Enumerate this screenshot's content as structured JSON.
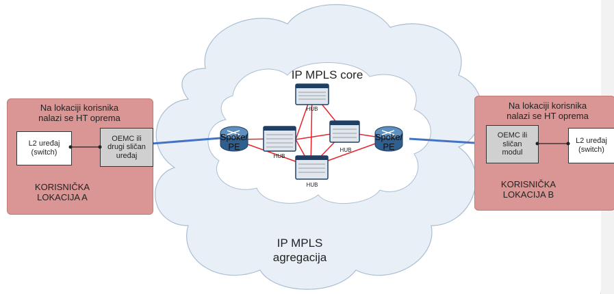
{
  "colors": {
    "location_fill": "#d99694",
    "link_blue": "#4472c4",
    "core_link_red": "#e8212b",
    "cloud_fill": "#e9eff6",
    "cloud_stroke": "#a9bdd2"
  },
  "location_a": {
    "header": [
      "Na lokaciji korisnika",
      "nalazi se HT oprema"
    ],
    "l2_device": [
      "L2 uređaj",
      "(switch)"
    ],
    "oemc_device": [
      "OEMC ili",
      "drugi sličan",
      "uređaj"
    ],
    "footer": [
      "KORISNIČKA",
      "LOKACIJA A"
    ]
  },
  "location_b": {
    "header": [
      "Na lokaciji korisnika",
      "nalazi se HT oprema"
    ],
    "oemc_device": [
      "OEMC ili",
      "sličan",
      "modul"
    ],
    "l2_device": [
      "L2 uređaj",
      "(switch)"
    ],
    "footer": [
      "KORISNIČKA",
      "LOKACIJA B"
    ]
  },
  "core": {
    "title": "IP MPLS core",
    "hubs": [
      "HUB",
      "HUB",
      "HUB",
      "HUB"
    ],
    "spoke_left": [
      "Spoke/",
      "PE"
    ],
    "spoke_right": [
      "Spoke/",
      "PE"
    ]
  },
  "aggregation": {
    "title": [
      "IP MPLS",
      "agregacija"
    ]
  }
}
